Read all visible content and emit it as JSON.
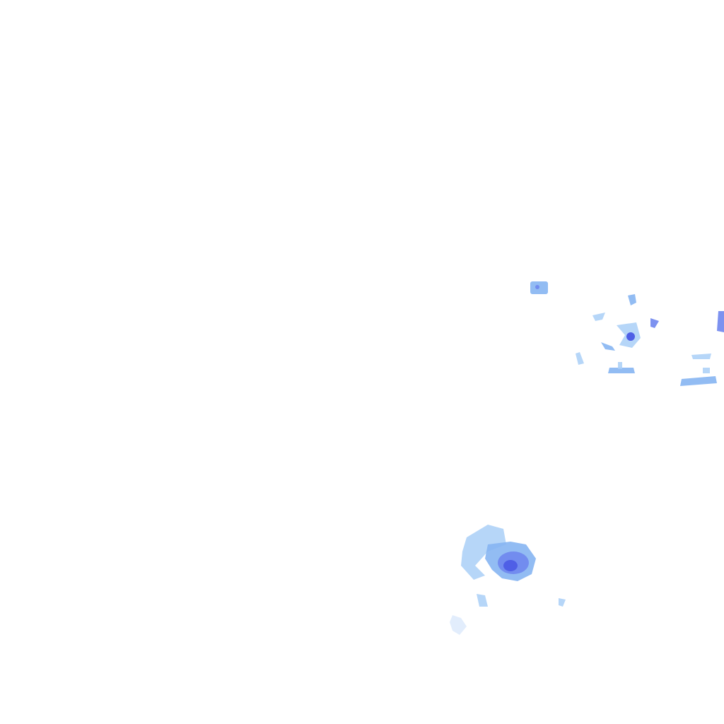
{
  "map": {
    "layer": "precipitation-radar-overlay",
    "background_color": "#ffffff",
    "intensity_colors": {
      "very_light": "#dbe9fb",
      "light": "#a9cff7",
      "moderate": "#86b5f2",
      "heavy": "#6f86ee",
      "core": "#4f5fe6"
    },
    "echo_cells": [
      {
        "name": "echo-cell-north",
        "intensity": "moderate"
      },
      {
        "name": "echo-cluster-east",
        "intensity": "moderate"
      },
      {
        "name": "echo-band-southeast",
        "intensity": "light"
      },
      {
        "name": "echo-cell-south",
        "intensity": "heavy"
      },
      {
        "name": "echo-fragment-southwest",
        "intensity": "very_light"
      }
    ]
  }
}
